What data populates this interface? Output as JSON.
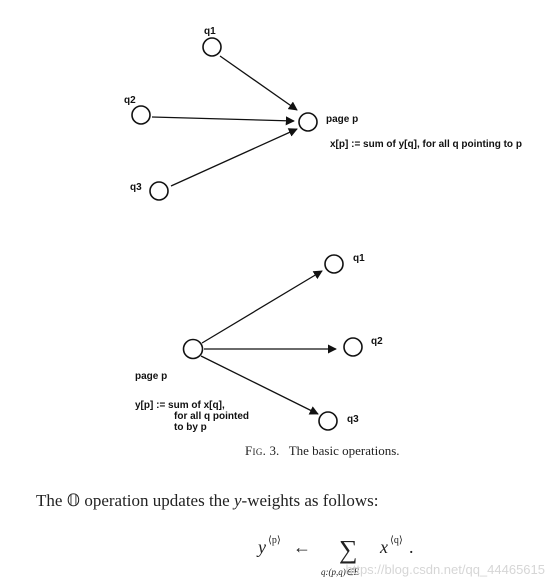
{
  "figure": {
    "top_diagram": {
      "nodes": [
        {
          "id": "q1",
          "label": "q1"
        },
        {
          "id": "q2",
          "label": "q2"
        },
        {
          "id": "q3",
          "label": "q3"
        },
        {
          "id": "p",
          "label": "page p"
        }
      ],
      "edges": [
        [
          "q1",
          "p"
        ],
        [
          "q2",
          "p"
        ],
        [
          "q3",
          "p"
        ]
      ],
      "annotation": "x[p] := sum of y[q], for all q pointing to p"
    },
    "bottom_diagram": {
      "nodes": [
        {
          "id": "p",
          "label": "page p"
        },
        {
          "id": "q1",
          "label": "q1"
        },
        {
          "id": "q2",
          "label": "q2"
        },
        {
          "id": "q3",
          "label": "q3"
        }
      ],
      "edges": [
        [
          "p",
          "q1"
        ],
        [
          "p",
          "q2"
        ],
        [
          "p",
          "q3"
        ]
      ],
      "annotation_lines": [
        "y[p] := sum of x[q],",
        "for all q pointed",
        "to by p"
      ]
    },
    "caption": {
      "prefix": "Fig.",
      "number": "3.",
      "text": "The basic operations."
    }
  },
  "body": {
    "sentence_start": "The",
    "operator_symbol": "𝕆",
    "sentence_mid": "operation updates the",
    "variable": "y",
    "sentence_end": "-weights as follows:"
  },
  "equation": {
    "lhs_base": "y",
    "lhs_sup": "⟨p⟩",
    "arrow": "←",
    "sum_symbol": "∑",
    "sum_subscript": "q:(p,q)∈E",
    "rhs_base": "x",
    "rhs_sup": "⟨q⟩",
    "terminator": "."
  },
  "watermark": "https://blog.csdn.net/qq_44465615"
}
